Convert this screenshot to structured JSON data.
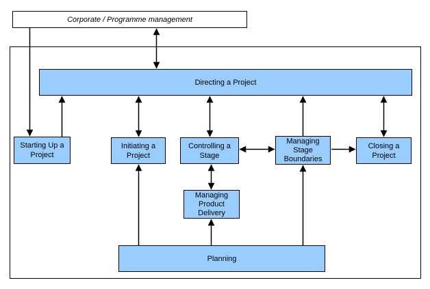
{
  "nodes": {
    "corporate": {
      "label": "Corporate / Programme management"
    },
    "directing": {
      "label": "Directing a Project"
    },
    "starting": {
      "label": "Starting Up a Project"
    },
    "initiating": {
      "label": "Initiating a Project"
    },
    "controlling": {
      "label": "Controlling a Stage"
    },
    "boundaries": {
      "label": "Managing Stage Boundaries"
    },
    "closing": {
      "label": "Closing a Project"
    },
    "delivery": {
      "label": "Managing Product Delivery"
    },
    "planning": {
      "label": "Planning"
    }
  },
  "colors": {
    "process_box_fill": "#99CCFF",
    "box_border": "#000000",
    "arrow": "#000000",
    "background": "#FFFFFF"
  },
  "connections": [
    {
      "from": "corporate",
      "to": "starting",
      "direction": "one-way"
    },
    {
      "from": "corporate",
      "to": "directing",
      "direction": "two-way"
    },
    {
      "from": "starting",
      "to": "directing",
      "direction": "one-way"
    },
    {
      "from": "initiating",
      "to": "directing",
      "direction": "two-way"
    },
    {
      "from": "controlling",
      "to": "directing",
      "direction": "two-way"
    },
    {
      "from": "boundaries",
      "to": "directing",
      "direction": "one-way"
    },
    {
      "from": "closing",
      "to": "directing",
      "direction": "two-way"
    },
    {
      "from": "planning",
      "to": "initiating",
      "direction": "one-way"
    },
    {
      "from": "controlling",
      "to": "delivery",
      "direction": "two-way"
    },
    {
      "from": "planning",
      "to": "delivery",
      "direction": "one-way"
    },
    {
      "from": "planning",
      "to": "boundaries",
      "direction": "one-way"
    },
    {
      "from": "controlling",
      "to": "boundaries",
      "direction": "two-way"
    },
    {
      "from": "boundaries",
      "to": "closing",
      "direction": "one-way"
    }
  ]
}
